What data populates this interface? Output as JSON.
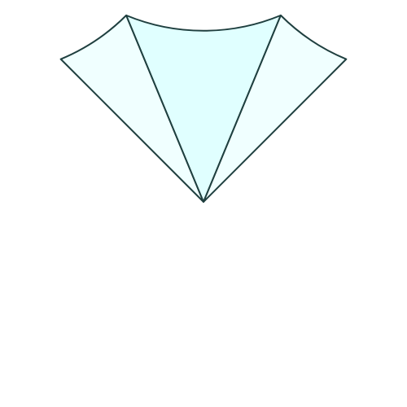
{
  "diagram": {
    "type": "fan-of-sectors",
    "sectors": [
      {
        "id": "left",
        "start_angle_deg": 225,
        "end_angle_deg": 202.5,
        "fill": "#F0FFFF"
      },
      {
        "id": "middle",
        "start_angle_deg": 202.5,
        "end_angle_deg": 157.5,
        "fill": "#E0FFFF"
      },
      {
        "id": "right",
        "start_angle_deg": 157.5,
        "end_angle_deg": 135,
        "fill": "#F0FFFF"
      }
    ],
    "colors": {
      "stroke": "#1F3F3F",
      "background": "#FFFFFF"
    }
  }
}
